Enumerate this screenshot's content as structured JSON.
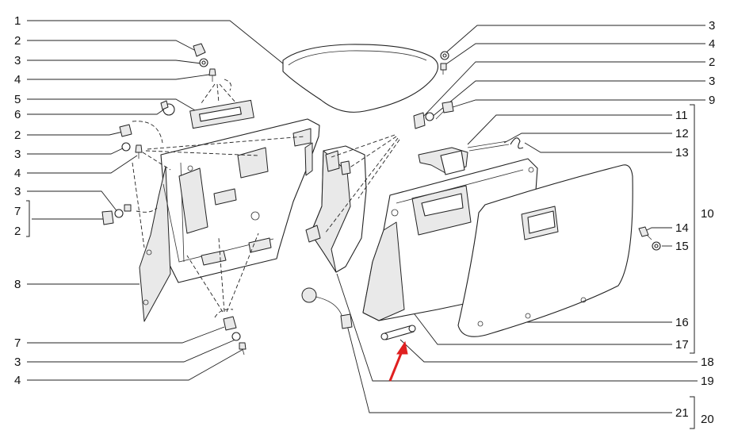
{
  "callouts_left": [
    {
      "id": "c-l-1",
      "label": "1"
    },
    {
      "id": "c-l-2a",
      "label": "2"
    },
    {
      "id": "c-l-3a",
      "label": "3"
    },
    {
      "id": "c-l-4a",
      "label": "4"
    },
    {
      "id": "c-l-5",
      "label": "5"
    },
    {
      "id": "c-l-6",
      "label": "6"
    },
    {
      "id": "c-l-2b",
      "label": "2"
    },
    {
      "id": "c-l-3b",
      "label": "3"
    },
    {
      "id": "c-l-4b",
      "label": "4"
    },
    {
      "id": "c-l-3c",
      "label": "3"
    },
    {
      "id": "c-l-7a",
      "label": "7"
    },
    {
      "id": "c-l-2c",
      "label": "2"
    },
    {
      "id": "c-l-8",
      "label": "8"
    },
    {
      "id": "c-l-7b",
      "label": "7"
    },
    {
      "id": "c-l-3d",
      "label": "3"
    },
    {
      "id": "c-l-4c",
      "label": "4"
    }
  ],
  "callouts_right": [
    {
      "id": "c-r-3a",
      "label": "3"
    },
    {
      "id": "c-r-4",
      "label": "4"
    },
    {
      "id": "c-r-2",
      "label": "2"
    },
    {
      "id": "c-r-3b",
      "label": "3"
    },
    {
      "id": "c-r-9",
      "label": "9"
    },
    {
      "id": "c-r-11",
      "label": "11"
    },
    {
      "id": "c-r-12",
      "label": "12"
    },
    {
      "id": "c-r-13",
      "label": "13"
    },
    {
      "id": "c-r-10",
      "label": "10"
    },
    {
      "id": "c-r-14",
      "label": "14"
    },
    {
      "id": "c-r-15",
      "label": "15"
    },
    {
      "id": "c-r-16",
      "label": "16"
    },
    {
      "id": "c-r-17",
      "label": "17"
    },
    {
      "id": "c-r-18",
      "label": "18"
    },
    {
      "id": "c-r-19",
      "label": "19"
    },
    {
      "id": "c-r-21",
      "label": "21"
    },
    {
      "id": "c-r-20",
      "label": "20"
    }
  ],
  "colors": {
    "line": "#222222",
    "part_fill": "#ffffff",
    "shade": "#e9e9e9",
    "arrow": "#e02020"
  },
  "arrow": {
    "name": "red-pointer-arrow",
    "color": "#e02020"
  }
}
